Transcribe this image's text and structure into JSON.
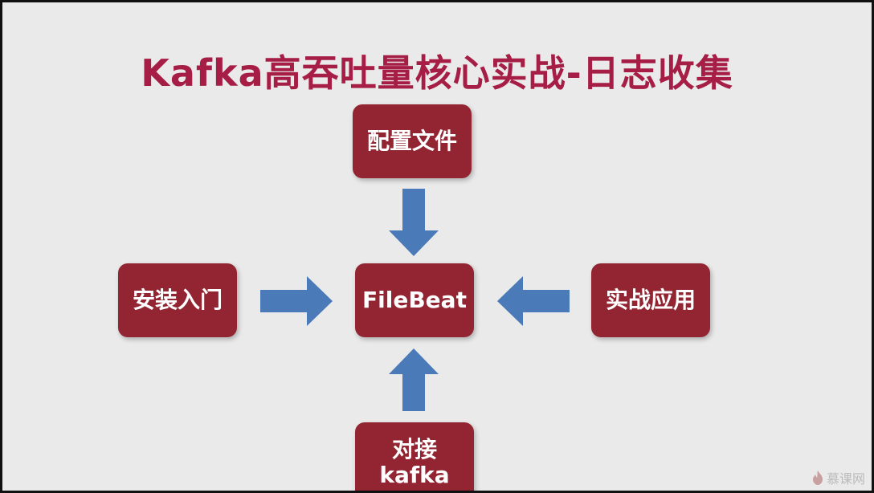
{
  "title": "Kafka高吞吐量核心实战-日志收集",
  "nodes": {
    "config": "配置文件",
    "center": "FileBeat",
    "install": "安装入门",
    "practice": "实战应用",
    "kafka_line1": "对接",
    "kafka_line2": "kafka"
  },
  "watermark": "慕课网",
  "colors": {
    "title": "#a61e45",
    "node": "#922531",
    "arrow": "#4a7ab8",
    "background": "#eaeaea"
  }
}
